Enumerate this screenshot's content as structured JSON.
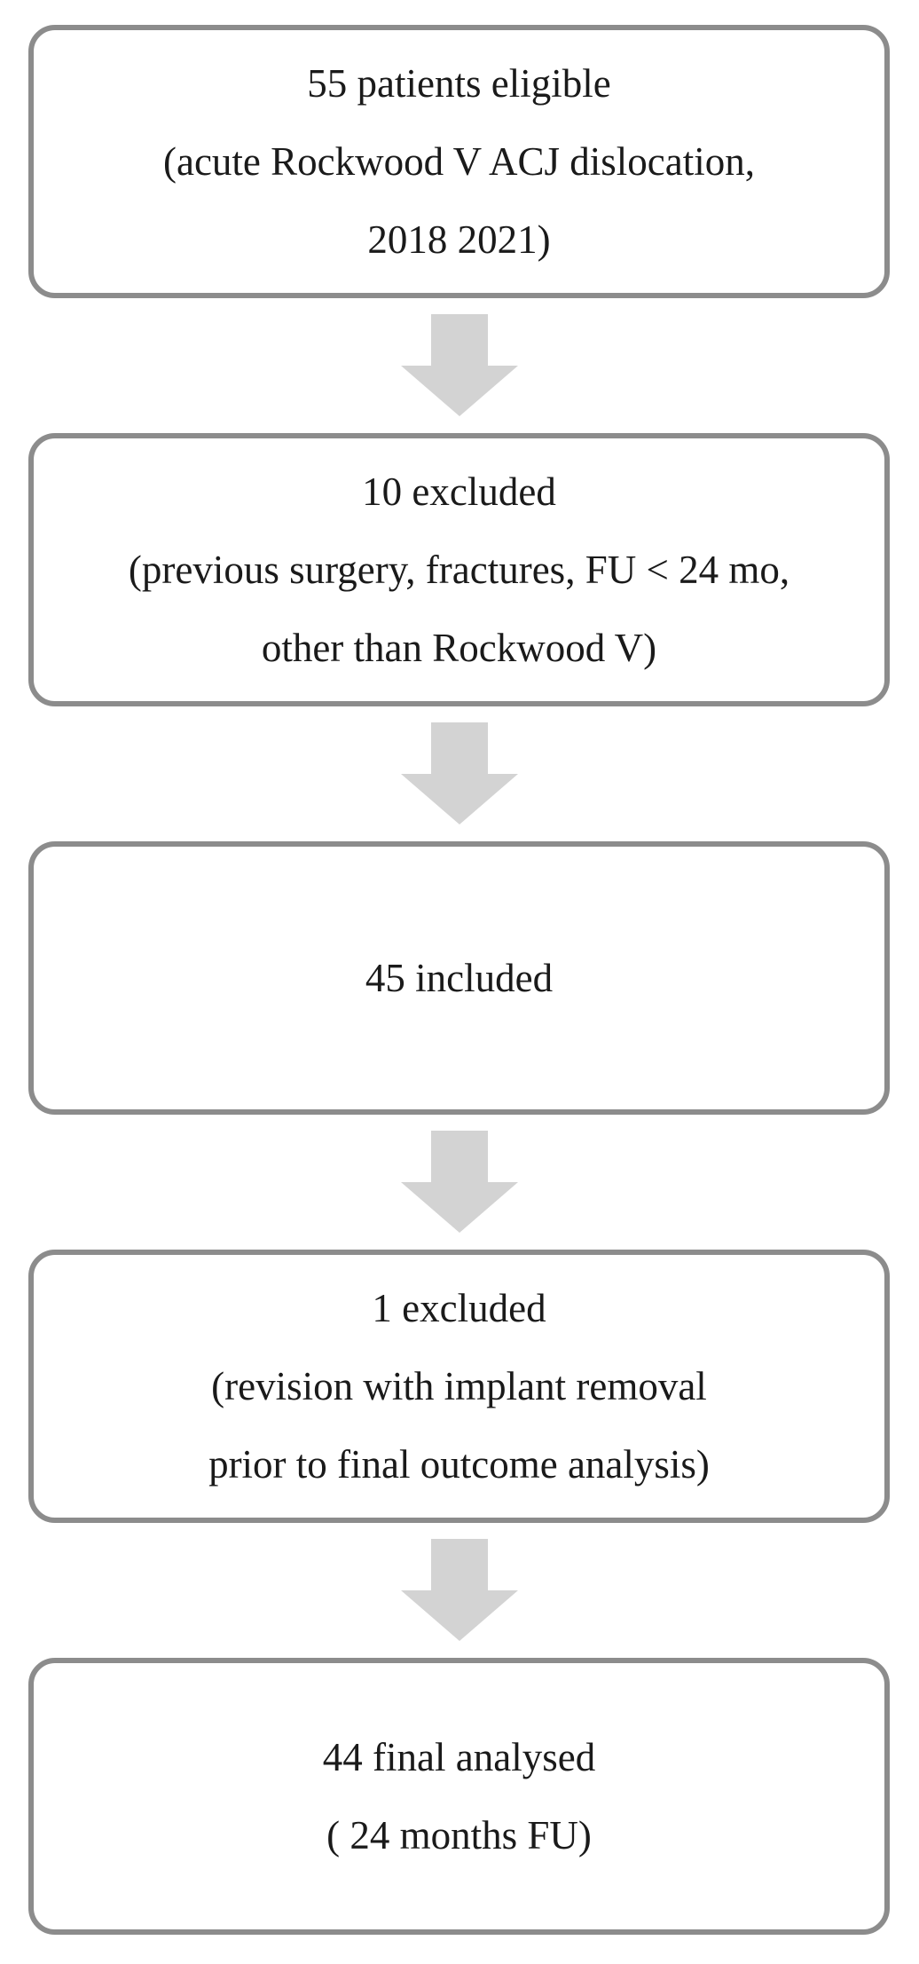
{
  "flowchart": {
    "boxes": [
      {
        "lines": [
          "55 patients eligible",
          "(acute Rockwood V ACJ dislocation,",
          "2018 2021)"
        ]
      },
      {
        "lines": [
          "10 excluded",
          "(previous surgery, fractures, FU < 24 mo,",
          "other than Rockwood V)"
        ]
      },
      {
        "lines": [
          "45 included"
        ]
      },
      {
        "lines": [
          "1 excluded",
          "(revision with implant removal",
          "prior to final outcome analysis)"
        ]
      },
      {
        "lines": [
          "44 final analysed",
          "( 24 months FU)"
        ]
      }
    ],
    "colors": {
      "box_border": "#8c8c8c",
      "arrow_fill": "#d3d3d3",
      "text": "#1a1a1a"
    }
  }
}
